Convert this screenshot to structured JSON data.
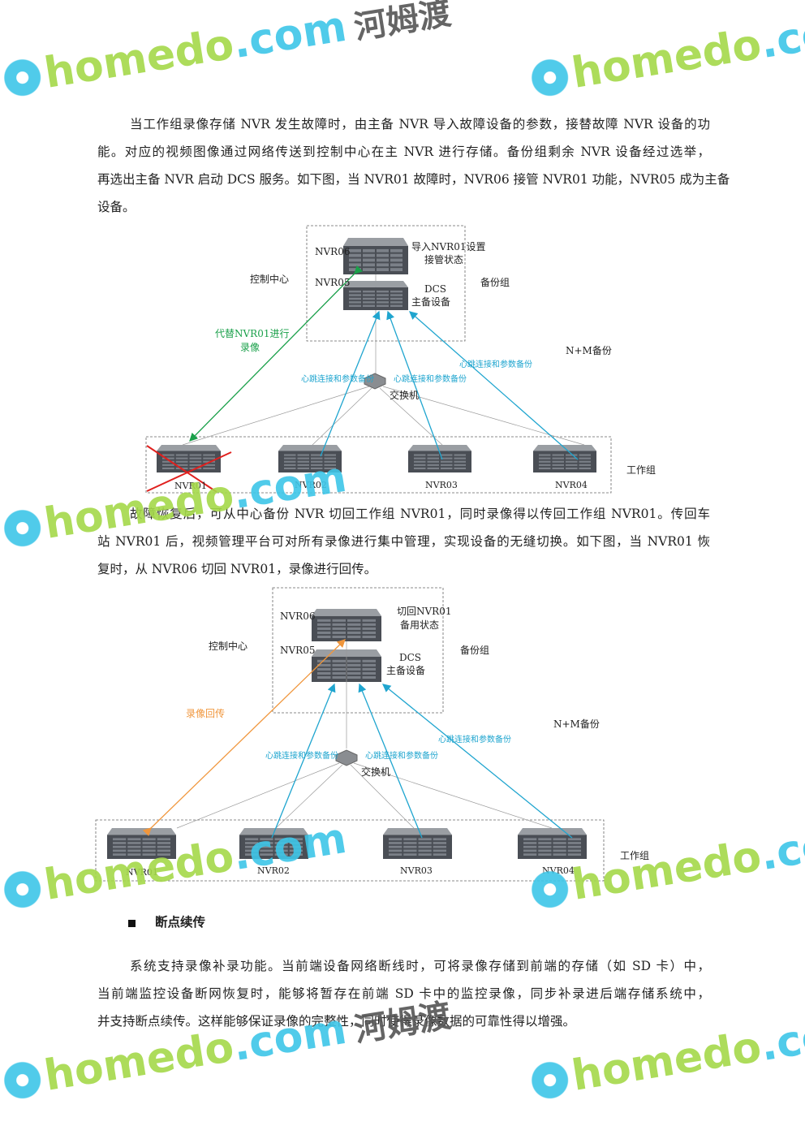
{
  "paragraph1": [
    "当工作组录像存储 NVR 发生故障时，由主备 NVR 导入故障设备的参数，接替故障 NVR 设备的功",
    "能。对应的视频图像通过网络传送到控制中心在主 NVR 进行存储。备份组剩余 NVR 设备经过选举，",
    "再选出主备 NVR 启动 DCS 服务。如下图，当 NVR01 故障时，NVR06 接管 NVR01 功能，NVR05 成为主备",
    "设备。"
  ],
  "diagram1": {
    "nvr06": "NVR06",
    "nvr06_note1": "导入NVR01设置",
    "nvr06_note2": "接管状态",
    "control_center": "控制中心",
    "nvr05": "NVR05",
    "nvr05_note1": "DCS",
    "nvr05_note2": "主备设备",
    "backup_group": "备份组",
    "replace_note1": "代替NVR01进行",
    "replace_note2": "录像",
    "nm_backup": "N+M备份",
    "heartbeat": "心跳连接和参数备份",
    "switch": "交换机",
    "work_group": "工作组",
    "nvrs": [
      "NVR01",
      "NVR02",
      "NVR03",
      "NVR04"
    ]
  },
  "paragraph2": [
    "故障恢复后，可从中心备份 NVR 切回工作组 NVR01，同时录像得以传回工作组 NVR01。传回车",
    "站 NVR01 后，视频管理平台可对所有录像进行集中管理，实现设备的无缝切换。如下图，当 NVR01 恢",
    "复时，从 NVR06 切回 NVR01，录像进行回传。"
  ],
  "diagram2": {
    "nvr06": "NVR06",
    "nvr06_note1": "切回NVR01",
    "nvr06_note2": "备用状态",
    "control_center": "控制中心",
    "nvr05": "NVR05",
    "nvr05_note1": "DCS",
    "nvr05_note2": "主备设备",
    "backup_group": "备份组",
    "return_note": "录像回传",
    "nm_backup": "N+M备份",
    "heartbeat": "心跳连接和参数备份",
    "switch": "交换机",
    "work_group": "工作组",
    "nvrs": [
      "NVR01",
      "NVR02",
      "NVR03",
      "NVR04"
    ]
  },
  "section_heading": "断点续传",
  "paragraph3": [
    "系统支持录像补录功能。当前端设备网络断线时，可将录像存储到前端的存储（如 SD 卡）中，",
    "当前端监控设备断网恢复时，能够将暂存在前端 SD 卡中的监控录像，同步补录进后端存储系统中，",
    "并支持断点续传。这样能够保证录像的完整性，同时使得录像数据的可靠性得以增强。"
  ],
  "watermark": {
    "brand": "homedo",
    "domain": ".com",
    "cn": "河姆渡"
  },
  "colors": {
    "heartbeat": "#1fa5cf",
    "replace": "#1aa04a",
    "return": "#f0963c",
    "fault": "#e0201e"
  }
}
